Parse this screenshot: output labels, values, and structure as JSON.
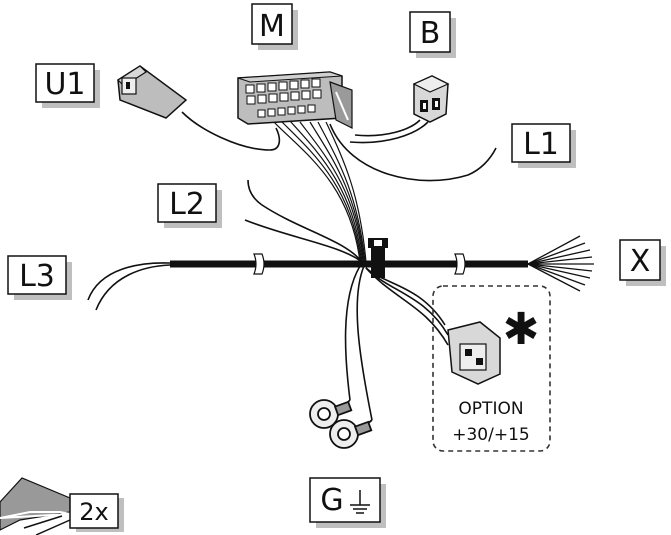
{
  "labels": {
    "M": "M",
    "B": "B",
    "U1": "U1",
    "L1": "L1",
    "L2": "L2",
    "L3": "L3",
    "X": "X",
    "G": "G"
  },
  "option": {
    "line1": "OPTION",
    "line2": "+30/+15",
    "marker": "✱"
  },
  "quantity": "2x",
  "icons": [
    "ground-icon",
    "asterisk-icon",
    "cable-tie-icon",
    "ring-terminal-icon"
  ]
}
